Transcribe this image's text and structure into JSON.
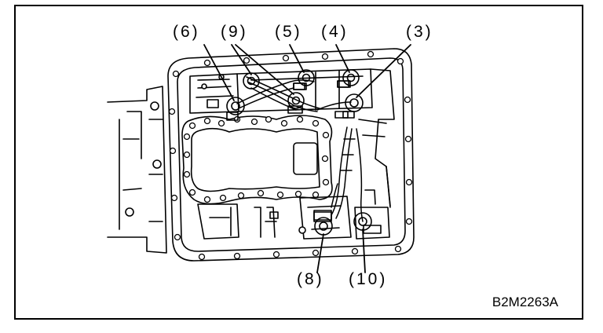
{
  "callouts": {
    "c6": "(6)",
    "c9": "(9)",
    "c5": "(5)",
    "c4": "(4)",
    "c3": "(3)",
    "c8": "(8)",
    "c10": "(10)"
  },
  "figure_id": "B2M2263A",
  "colors": {
    "ink": "#000000",
    "paper": "#ffffff"
  }
}
